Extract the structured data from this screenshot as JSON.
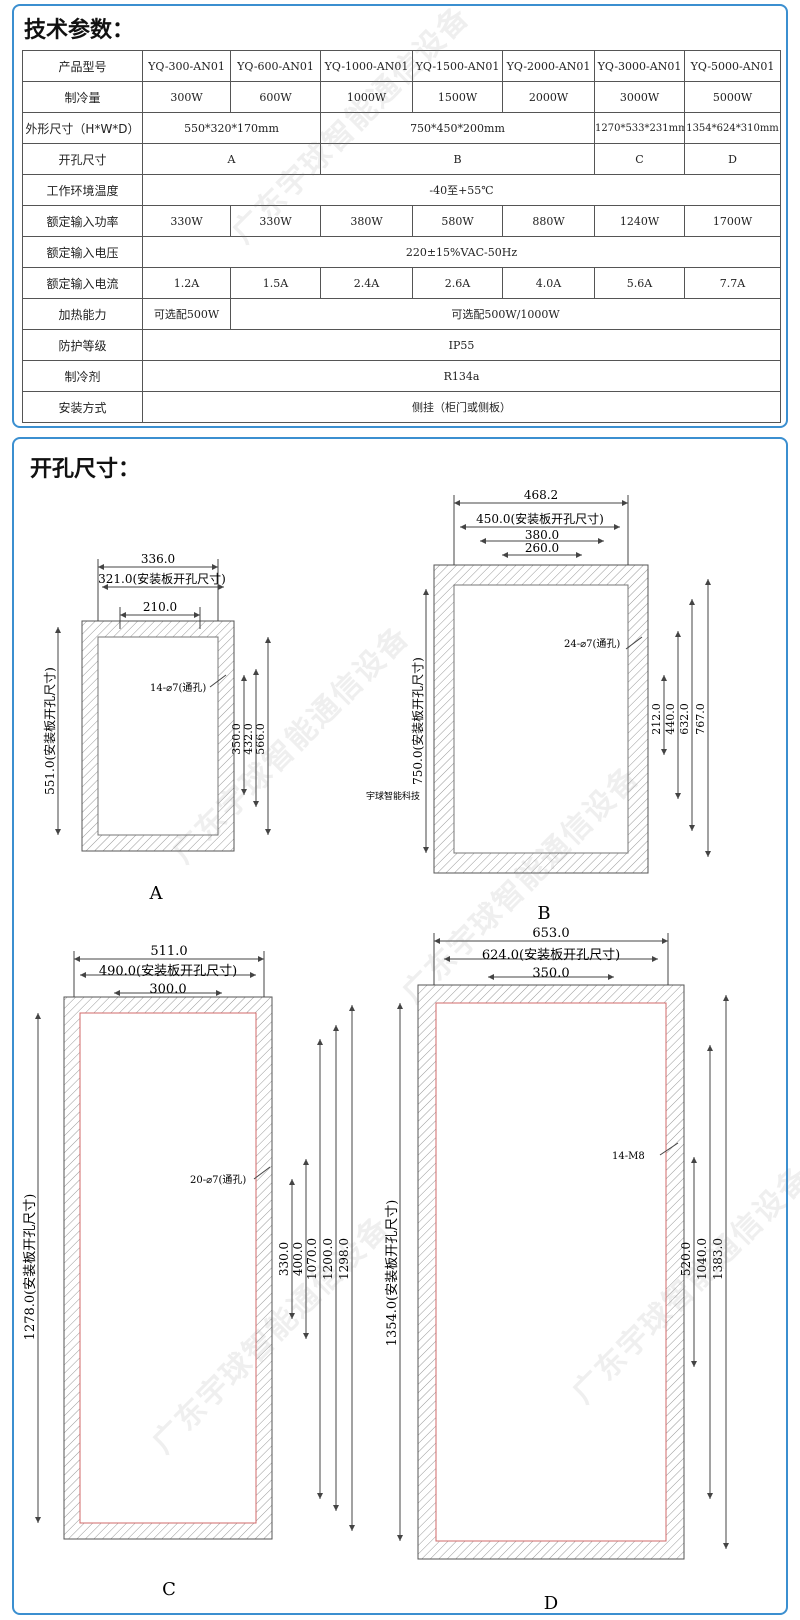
{
  "spec": {
    "title": "技术参数：",
    "rows": {
      "model": [
        "产品型号",
        "YQ-300-AN01",
        "YQ-600-AN01",
        "YQ-1000-AN01",
        "YQ-1500-AN01",
        "YQ-2000-AN01",
        "YQ-3000-AN01",
        "YQ-5000-AN01"
      ],
      "cooling": [
        "制冷量",
        "300W",
        "600W",
        "1000W",
        "1500W",
        "2000W",
        "3000W",
        "5000W"
      ],
      "dims": [
        "外形尺寸（H*W*D）",
        "550*320*170mm",
        "750*450*200mm",
        "1270*533*231mm",
        "1354*624*310mm"
      ],
      "cutout": [
        "开孔尺寸",
        "A",
        "B",
        "C",
        "D"
      ],
      "temp": [
        "工作环境温度",
        "-40至+55℃"
      ],
      "power": [
        "额定输入功率",
        "330W",
        "330W",
        "380W",
        "580W",
        "880W",
        "1240W",
        "1700W"
      ],
      "voltage": [
        "额定输入电压",
        "220±15%VAC-50Hz"
      ],
      "current": [
        "额定输入电流",
        "1.2A",
        "1.5A",
        "2.4A",
        "2.6A",
        "4.0A",
        "5.6A",
        "7.7A"
      ],
      "heating": [
        "加热能力",
        "可选配500W",
        "可选配500W/1000W"
      ],
      "ip": [
        "防护等级",
        "IP55"
      ],
      "refrigerant": [
        "制冷剂",
        "R134a"
      ],
      "mount": [
        "安装方式",
        "侧挂（柜门或侧板）"
      ]
    }
  },
  "drawings": {
    "title": "开孔尺寸：",
    "A": {
      "label": "A",
      "outer_w": "336.0",
      "cut_w": "321.0(安装板开孔尺寸)",
      "hole_w": "210.0",
      "holes": "14-⌀7(通孔)",
      "cut_h": "551.0(安装板开孔尺寸)",
      "v1": "350.0",
      "v2": "432.0",
      "v3": "566.0"
    },
    "B": {
      "label": "B",
      "outer_w": "468.2",
      "cut_w": "450.0(安装板开孔尺寸)",
      "w2": "380.0",
      "w3": "260.0",
      "holes": "24-⌀7(通孔)",
      "cut_h": "750.0(安装板开孔尺寸)",
      "v1": "212.0",
      "v2": "440.0",
      "v3": "632.0",
      "v4": "767.0"
    },
    "C": {
      "label": "C",
      "outer_w": "511.0",
      "cut_w": "490.0(安装板开孔尺寸)",
      "w2": "300.0",
      "holes": "20-⌀7(通孔)",
      "cut_h": "1278.0(安装板开孔尺寸)",
      "v1": "330.0",
      "v2": "400.0",
      "v3": "1070.0",
      "v4": "1200.0",
      "v5": "1298.0"
    },
    "D": {
      "label": "D",
      "outer_w": "653.0",
      "cut_w": "624.0(安装板开孔尺寸)",
      "w2": "350.0",
      "holes": "14-M8",
      "cut_h": "1354.0(安装板开孔尺寸)",
      "v1": "520.0",
      "v2": "1040.0",
      "v3": "1383.0"
    },
    "company_small": "宇球智能科技"
  },
  "watermark": "广东宇球智能通信设备",
  "colors": {
    "border": "#3b8fd0",
    "line": "#444444",
    "hatch": "#999999",
    "cut": "#d06a6a"
  }
}
